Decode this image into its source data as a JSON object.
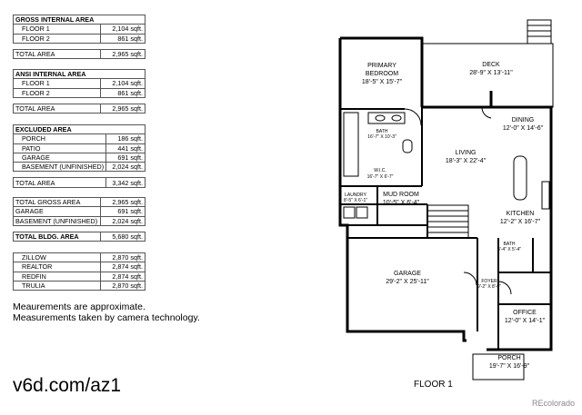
{
  "gross": {
    "title": "GROSS INTERNAL AREA",
    "rows": [
      [
        "FLOOR 1",
        "2,104 sqft."
      ],
      [
        "FLOOR 2",
        "861 sqft."
      ]
    ],
    "total": [
      "TOTAL AREA",
      "2,965 sqft."
    ]
  },
  "ansi": {
    "title": "ANSI INTERNAL AREA",
    "rows": [
      [
        "FLOOR 1",
        "2,104 sqft."
      ],
      [
        "FLOOR 2",
        "861 sqft."
      ]
    ],
    "total": [
      "TOTAL AREA",
      "2,965 sqft."
    ]
  },
  "excluded": {
    "title": "EXCLUDED AREA",
    "rows": [
      [
        "PORCH",
        "186 sqft."
      ],
      [
        "PATIO",
        "441 sqft."
      ],
      [
        "GARAGE",
        "691 sqft."
      ],
      [
        "BASEMENT (UNFINISHED)",
        "2,024 sqft."
      ]
    ],
    "total": [
      "TOTAL AREA",
      "3,342 sqft."
    ]
  },
  "bldg": {
    "rows": [
      [
        "TOTAL GROSS AREA",
        "2,965 sqft."
      ],
      [
        "GARAGE",
        "691 sqft."
      ],
      [
        "BASEMENT (UNFINISHED)",
        "2,024 sqft."
      ]
    ],
    "total": [
      "TOTAL BLDG. AREA",
      "5,680 sqft."
    ]
  },
  "listings": {
    "rows": [
      [
        "ZILLOW",
        "2,870 sqft."
      ],
      [
        "REALTOR",
        "2,874 sqft."
      ],
      [
        "REDFIN",
        "2,874 sqft."
      ],
      [
        "TRULIA",
        "2,870 sqft."
      ]
    ]
  },
  "notes": [
    "Meaurements are approximate.",
    "Measurements taken  by camera technology."
  ],
  "brand": "v6d.com/az1",
  "watermark": "REcolorado",
  "floor_label": "FLOOR 1",
  "rooms": {
    "primary": [
      "PRIMARY",
      "BEDROOM",
      "18'-5\" X 15'-7\""
    ],
    "deck": [
      "DECK",
      "28'-9\" X 13'-11\""
    ],
    "dining": [
      "DINING",
      "12'-0\" X 14'-6\""
    ],
    "bath1": [
      "BATH",
      "16'-7\" X 10'-3\""
    ],
    "living": [
      "LIVING",
      "18'-3\" X 22'-4\""
    ],
    "wic": [
      "W.I.C.",
      "16'-7\" X 6'-7\""
    ],
    "laundry": [
      "LAUNDRY",
      "8'-5\" X 6'-1\""
    ],
    "mud": [
      "MUD ROOM",
      "10'-5\" X 6'-4\""
    ],
    "kitchen": [
      "KITCHEN",
      "12'-2\" X 16'-7\""
    ],
    "bath2": [
      "BATH",
      "8'-4\" X 5'-4\""
    ],
    "garage": [
      "GARAGE",
      "29'-2\" X 25'-11\""
    ],
    "foyer": [
      "FOYER",
      "9'-2\" X 8'-0\""
    ],
    "office": [
      "OFFICE",
      "12'-0\" X 14'-1\""
    ],
    "porch": [
      "PORCH",
      "19'-7\" X 16'-9\""
    ]
  }
}
